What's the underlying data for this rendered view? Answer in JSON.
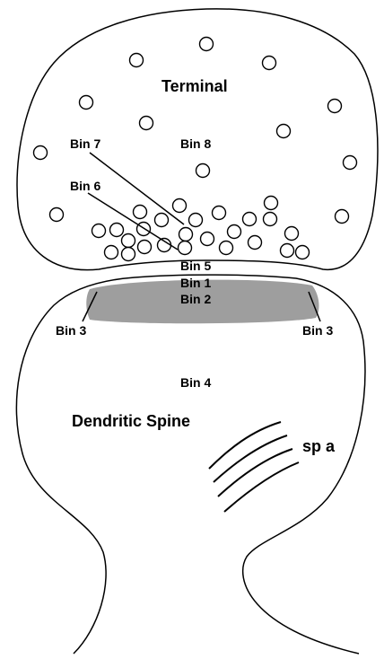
{
  "labels": {
    "terminal": "Terminal",
    "dendritic_spine": "Dendritic Spine",
    "spine_apparatus": "sp a",
    "bin1": "Bin 1",
    "bin2": "Bin 2",
    "bin3_left": "Bin 3",
    "bin3_right": "Bin 3",
    "bin4": "Bin 4",
    "bin5": "Bin 5",
    "bin6": "Bin 6",
    "bin7": "Bin 7",
    "bin8": "Bin 8"
  },
  "colors": {
    "outline": "#000000",
    "postsynaptic_density": "#9e9e9e",
    "background": "#ffffff"
  }
}
